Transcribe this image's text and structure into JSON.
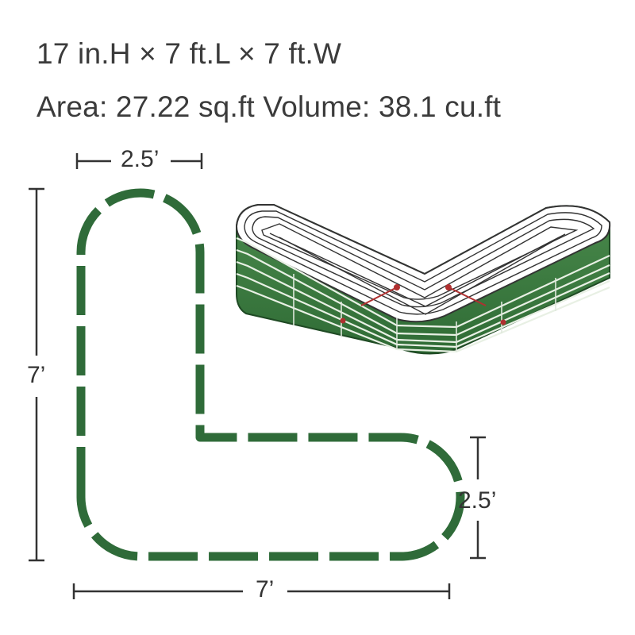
{
  "specs": {
    "dimensions_line": "17 in.H × 7 ft.L × 7 ft.W",
    "area_volume_line": "Area: 27.22 sq.ft  Volume: 38.1 cu.ft"
  },
  "plan_view": {
    "label_top_width": "2.5’",
    "label_left_length": "7’",
    "label_right_width": "2.5’",
    "label_bottom_length": "7’",
    "outline_color": "#2f6b39",
    "dimension_line_color": "#333333"
  },
  "bed_render": {
    "body_color": "#3a7a3e",
    "rib_color": "#e8f0e4",
    "wire_color": "#333333",
    "brace_color": "#b03030"
  }
}
